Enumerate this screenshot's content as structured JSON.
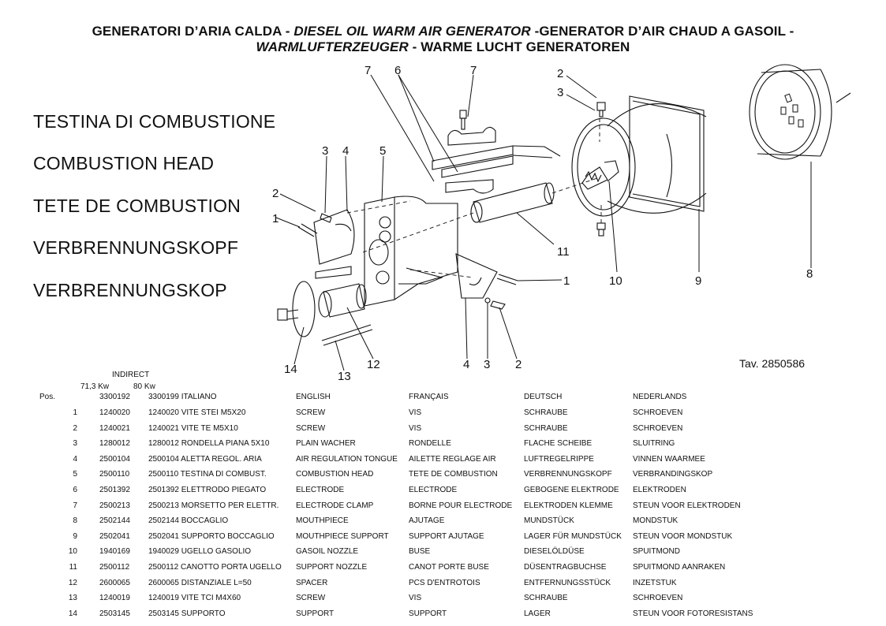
{
  "title": {
    "line1_a": "GENERATORI D’ARIA CALDA  - ",
    "line1_b": "DIESEL OIL WARM AIR GENERATOR",
    "line1_c": " -GENERATOR D’AIR CHAUD A GASOIL -",
    "line2_a": "WARMLUFTERZEUGER",
    "line2_b": "  -  WARME LUCHT GENERATOREN"
  },
  "headings": [
    "TESTINA DI COMBUSTIONE",
    "COMBUSTION HEAD",
    "TETE DE COMBUSTION",
    "VERBRENNUNGSKOPF",
    "VERBRENNUNGSKOP"
  ],
  "diagram": {
    "tav": "Tav. 2850586",
    "callouts": [
      "7",
      "6",
      "7",
      "2",
      "3",
      "3",
      "4",
      "5",
      "2",
      "1",
      "11",
      "1",
      "10",
      "9",
      "8",
      "14",
      "13",
      "12",
      "4",
      "3",
      "2"
    ]
  },
  "table": {
    "indirect": "INDIRECT",
    "kw1": "71,3 Kw",
    "kw2": "80 Kw",
    "header": {
      "pos": "Pos.",
      "a": "3300192",
      "b": "3300199 ITALIANO",
      "en": "ENGLISH",
      "fr": "FRANÇAIS",
      "de": "DEUTSCH",
      "nl": "NEDERLANDS"
    },
    "rows": [
      {
        "n": "1",
        "a": "1240020",
        "b": "1240020 VITE STEI M5X20",
        "en": "SCREW",
        "fr": "VIS",
        "de": "SCHRAUBE",
        "nl": "SCHROEVEN"
      },
      {
        "n": "2",
        "a": "1240021",
        "b": "1240021 VITE TE M5X10",
        "en": "SCREW",
        "fr": "VIS",
        "de": "SCHRAUBE",
        "nl": "SCHROEVEN"
      },
      {
        "n": "3",
        "a": "1280012",
        "b": "1280012 RONDELLA PIANA 5X10",
        "en": "PLAIN WACHER",
        "fr": "RONDELLE",
        "de": "FLACHE SCHEIBE",
        "nl": "SLUITRING"
      },
      {
        "n": "4",
        "a": "2500104",
        "b": "2500104 ALETTA REGOL. ARIA",
        "en": "AIR REGULATION TONGUE",
        "fr": "AILETTE REGLAGE AIR",
        "de": "LUFTREGELRIPPE",
        "nl": "VINNEN WAARMEE"
      },
      {
        "n": "5",
        "a": "2500110",
        "b": "2500110 TESTINA DI COMBUST.",
        "en": "COMBUSTION HEAD",
        "fr": "TETE DE COMBUSTION",
        "de": "VERBRENNUNGSKOPF",
        "nl": "VERBRANDINGSKOP"
      },
      {
        "n": "6",
        "a": "2501392",
        "b": "2501392 ELETTRODO PIEGATO",
        "en": "ELECTRODE",
        "fr": "ELECTRODE",
        "de": "GEBOGENE ELEKTRODE",
        "nl": "ELEKTRODEN"
      },
      {
        "n": "7",
        "a": "2500213",
        "b": "2500213 MORSETTO PER ELETTR.",
        "en": "ELECTRODE CLAMP",
        "fr": "BORNE POUR ELECTRODE",
        "de": "ELEKTRODEN KLEMME",
        "nl": "STEUN VOOR ELEKTRODEN"
      },
      {
        "n": "8",
        "a": "2502144",
        "b": "2502144 BOCCAGLIO",
        "en": "MOUTHPIECE",
        "fr": "AJUTAGE",
        "de": "MUNDSTÜCK",
        "nl": "MONDSTUK"
      },
      {
        "n": "9",
        "a": "2502041",
        "b": "2502041 SUPPORTO BOCCAGLIO",
        "en": "MOUTHPIECE SUPPORT",
        "fr": "SUPPORT AJUTAGE",
        "de": "LAGER FÜR MUNDSTÜCK",
        "nl": "STEUN VOOR MONDSTUK"
      },
      {
        "n": "10",
        "a": "1940169",
        "b": "1940029 UGELLO GASOLIO",
        "en": "GASOIL NOZZLE",
        "fr": "BUSE",
        "de": "DIESELÖLDÜSE",
        "nl": "SPUITMOND"
      },
      {
        "n": "11",
        "a": "2500112",
        "b": "2500112 CANOTTO PORTA UGELLO",
        "en": "SUPPORT NOZZLE",
        "fr": "CANOT PORTE BUSE",
        "de": "DÜSENTRAGBUCHSE",
        "nl": "SPUITMOND AANRAKEN"
      },
      {
        "n": "12",
        "a": "2600065",
        "b": "2600065 DISTANZIALE L=50",
        "en": "SPACER",
        "fr": "PCS D'ENTROTOIS",
        "de": "ENTFERNUNGSSTÜCK",
        "nl": "INZETSTUK"
      },
      {
        "n": "13",
        "a": "1240019",
        "b": "1240019 VITE TCI M4X60",
        "en": "SCREW",
        "fr": "VIS",
        "de": "SCHRAUBE",
        "nl": "SCHROEVEN"
      },
      {
        "n": "14",
        "a": "2503145",
        "b": "2503145 SUPPORTO",
        "en": "SUPPORT",
        "fr": "SUPPORT",
        "de": " LAGER",
        "nl": "STEUN VOOR FOTORESISTANS"
      }
    ]
  }
}
